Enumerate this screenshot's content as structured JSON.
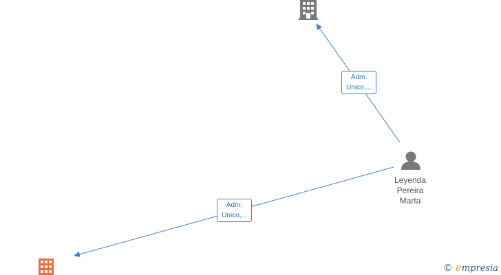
{
  "nodes": {
    "company_top": {
      "icon": "building-icon",
      "color": "#7a7a7a"
    },
    "company_bottom": {
      "icon": "building-icon",
      "color": "#f26b3a"
    },
    "person": {
      "icon": "person-icon",
      "color": "#7a7a7a",
      "name_lines": [
        "Leyenda",
        "Pereira",
        "Marta"
      ]
    }
  },
  "edges": [
    {
      "from": "person",
      "to": "company_top",
      "label_lines": [
        "Adm.",
        "Unico,..."
      ]
    },
    {
      "from": "person",
      "to": "company_bottom",
      "label_lines": [
        "Adm.",
        "Unico,..."
      ]
    }
  ],
  "colors": {
    "edge": "#3b7dd8",
    "accent": "#f26b3a"
  },
  "watermark": {
    "copyright": "©",
    "brand_initial": "e",
    "brand_rest": "mpresia"
  }
}
